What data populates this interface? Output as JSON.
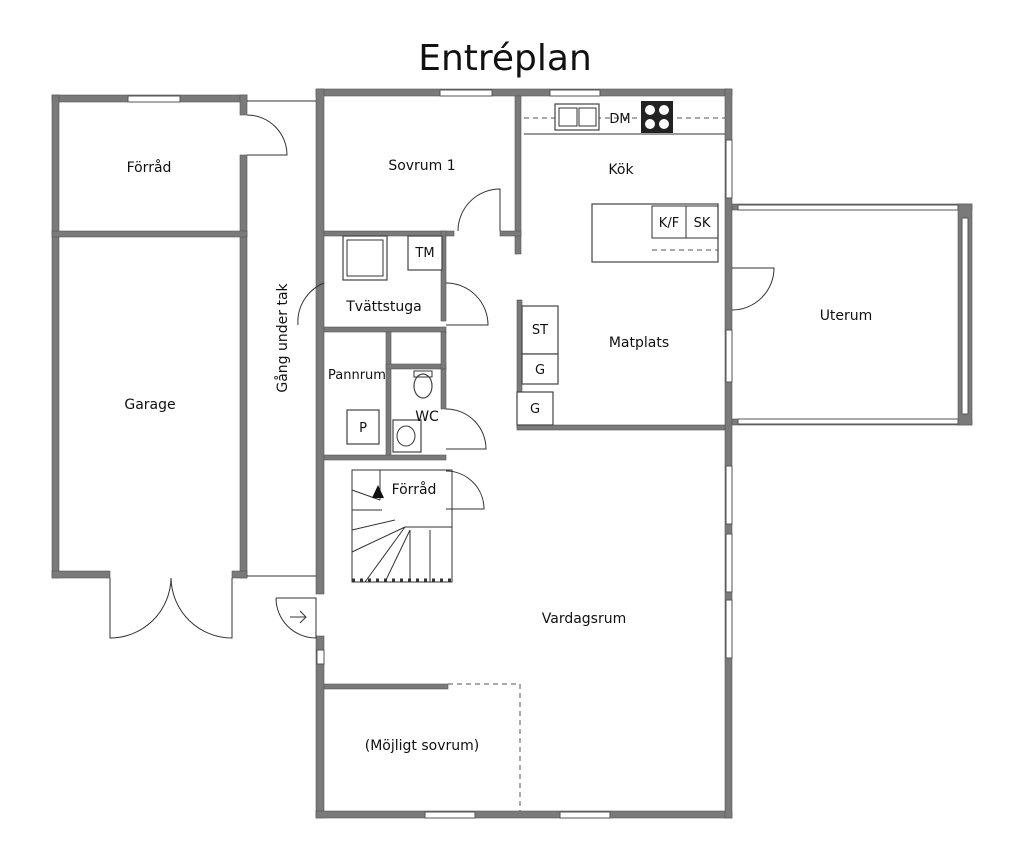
{
  "title": "Entréplan",
  "rooms": {
    "forrad_garage": "Förråd",
    "garage": "Garage",
    "gang": "Gång under tak",
    "sovrum1": "Sovrum 1",
    "kok": "Kök",
    "matplats": "Matplats",
    "uterum": "Uterum",
    "tvattstuga": "Tvättstuga",
    "pannrum": "Pannrum",
    "wc": "WC",
    "forrad_trappa": "Förråd",
    "vardagsrum": "Vardagsrum",
    "mojligt_sovrum": "(Möjligt sovrum)"
  },
  "fixtures": {
    "dm": "DM",
    "kf": "K/F",
    "sk": "SK",
    "tm": "TM",
    "st": "ST",
    "g1": "G",
    "g2": "G",
    "p": "P"
  },
  "colors": {
    "wall": "#7a7a7a",
    "line": "#333333",
    "background": "#ffffff"
  }
}
